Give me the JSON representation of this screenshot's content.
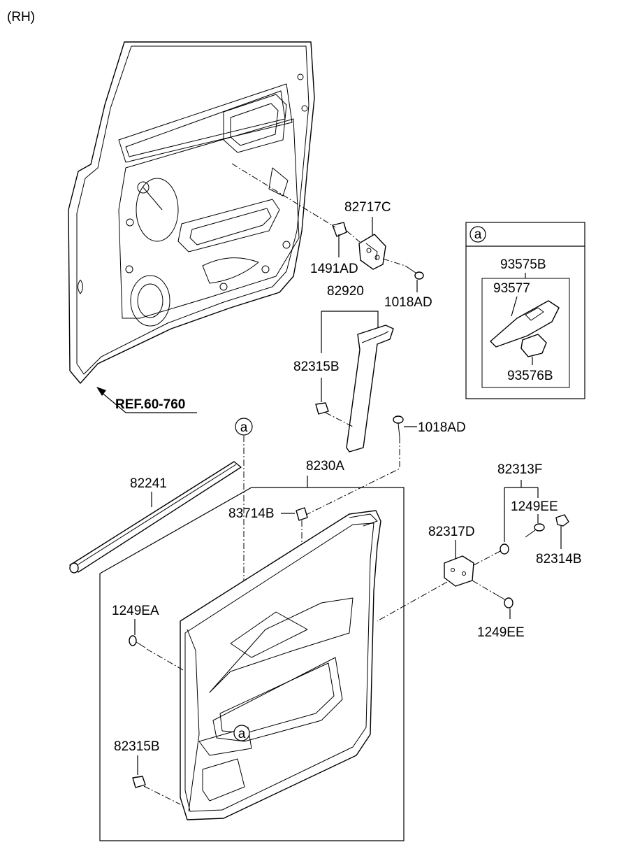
{
  "header": {
    "side": "(RH)"
  },
  "ref_label": "REF.60-760",
  "callout": {
    "symbol": "a"
  },
  "inset": {
    "symbol": "a",
    "parts": [
      "93575B",
      "93577",
      "93576B"
    ]
  },
  "parts": {
    "p82717C": "82717C",
    "p1491AD": "1491AD",
    "p1018AD_a": "1018AD",
    "p82920": "82920",
    "p82315B_a": "82315B",
    "p1018AD_b": "1018AD",
    "p8230A": "8230A",
    "p82241": "82241",
    "p83714B": "83714B",
    "p82313F": "82313F",
    "p1249EE_a": "1249EE",
    "p82317D": "82317D",
    "p82314B": "82314B",
    "p1249EE_b": "1249EE",
    "p1249EA": "1249EA",
    "p82315B_b": "82315B"
  }
}
